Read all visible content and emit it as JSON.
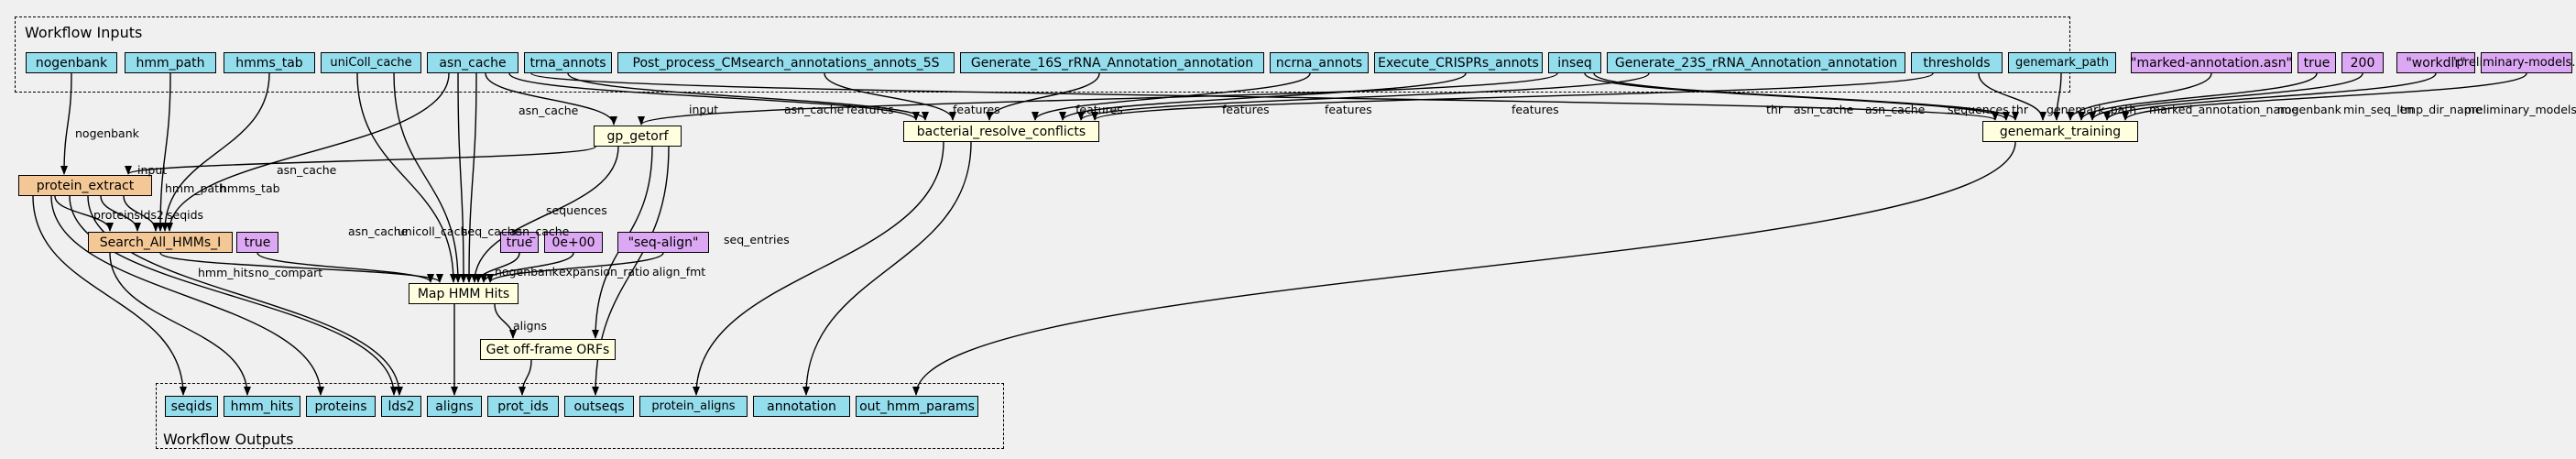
{
  "clusters": {
    "inputs_label": "Workflow Inputs",
    "outputs_label": "Workflow Outputs"
  },
  "inputs": {
    "nogenbank": "nogenbank",
    "hmm_path": "hmm_path",
    "hmms_tab": "hmms_tab",
    "uniColl_cache": "uniColl_cache",
    "asn_cache": "asn_cache",
    "trna_annots": "trna_annots",
    "post_process": "Post_process_CMsearch_annotations_annots_5S",
    "gen16s": "Generate_16S_rRNA_Annotation_annotation",
    "ncrna_annots": "ncrna_annots",
    "crispr": "Execute_CRISPRs_annots",
    "inseq": "inseq",
    "gen23s": "Generate_23S_rRNA_Annotation_annotation",
    "thresholds": "thresholds",
    "genemark_path": "genemark_path"
  },
  "steps": {
    "protein_extract": "protein_extract",
    "search_hmms": "Search_All_HMMs_I",
    "gp_getorf": "gp_getorf",
    "map_hmm": "Map HMM Hits",
    "offframe": "Get off-frame ORFs",
    "resolve": "bacterial_resolve_conflicts",
    "genemark": "genemark_training"
  },
  "literals": {
    "marked": "\"marked-annotation.asn\"",
    "true_gm": "true",
    "n200": "200",
    "workdir": "\"workdir\"",
    "prelim": "\"preliminary-models.asn\"",
    "true_search": "true",
    "true_map": "true",
    "zero": "0e+00",
    "seqalign": "\"seq-align\""
  },
  "outputs": {
    "seqids": "seqids",
    "hmm_hits": "hmm_hits",
    "proteins": "proteins",
    "lds2": "lds2",
    "aligns": "aligns",
    "prot_ids": "prot_ids",
    "outseqs": "outseqs",
    "protein_aligns": "protein_aligns",
    "annotation": "annotation",
    "out_hmm_params": "out_hmm_params"
  },
  "edge_labels": {
    "nogenbank_pe": "nogenbank",
    "hmm_path": "hmm_path",
    "hmms_tab": "hmms_tab",
    "asn_cache_s": "asn_cache",
    "input_pe": "input",
    "proteins": "proteins",
    "lds2": "lds2",
    "seqids": "seqids",
    "no_compart": "no_compart",
    "hmm_hits": "hmm_hits",
    "asn_cache_m1": "asn_cache",
    "unicoll_cache": "unicoll_cache",
    "seq_cache": "seq_cache",
    "asn_cache_m2": "asn_cache",
    "sequences": "sequences",
    "nogenbank_map": "nogenbank",
    "expansion_ratio": "expansion_ratio",
    "align_fmt": "align_fmt",
    "aligns": "aligns",
    "seq_entries": "seq_entries",
    "asn_cache_gp": "asn_cache",
    "input_gp": "input",
    "asn_cache_res": "asn_cache",
    "features_1": "features",
    "features_2": "features",
    "features_3": "features",
    "features_4": "features",
    "features_5": "features",
    "features_6": "features",
    "thr_res": "thr",
    "asn_cache_gm": "asn_cache",
    "asn_cache_gm2": "asn_cache",
    "sequences_gm": "sequences",
    "thr_gm": "thr",
    "genemark_path": "genemark_path",
    "marked_name": "marked_annotation_name",
    "nogenbank_gm": "nogenbank",
    "min_seq_len": "min_seq_len",
    "tmp_dir_name": "tmp_dir_name",
    "prelim_name": "preliminary_models_name"
  }
}
